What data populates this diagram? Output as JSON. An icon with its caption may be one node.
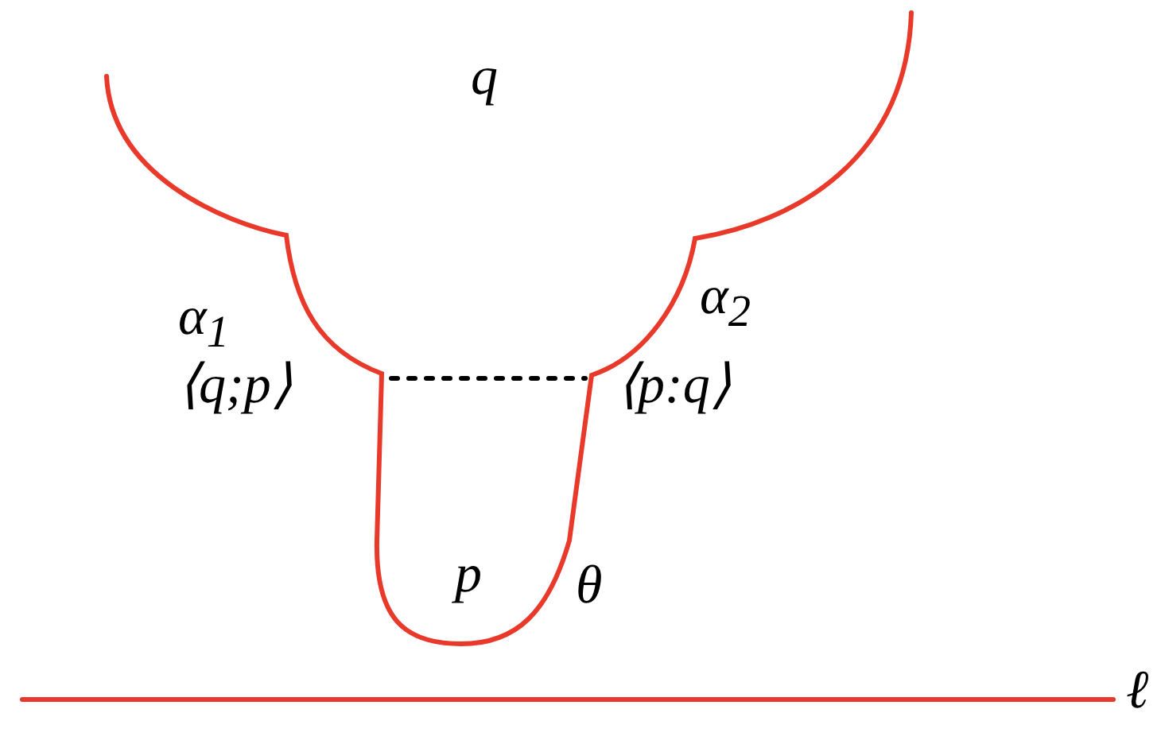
{
  "diagram": {
    "labels": [
      "q",
      "α$_{1}$",
      "⟨q;p⟩",
      "α$_{2}$",
      "⟨p:q⟩",
      "p",
      "θ",
      "ℓ"
    ]
  }
}
